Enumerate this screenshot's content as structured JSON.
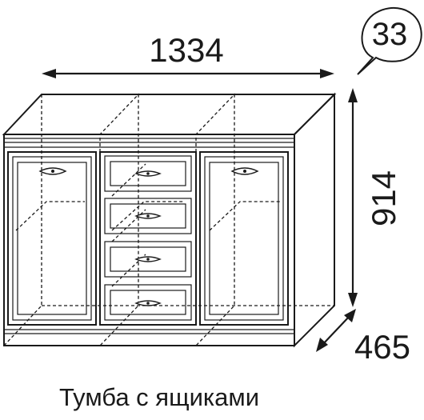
{
  "badge": {
    "number": "33"
  },
  "dimensions": {
    "width": "1334",
    "height": "914",
    "depth": "465"
  },
  "caption": "Тумба с ящиками"
}
